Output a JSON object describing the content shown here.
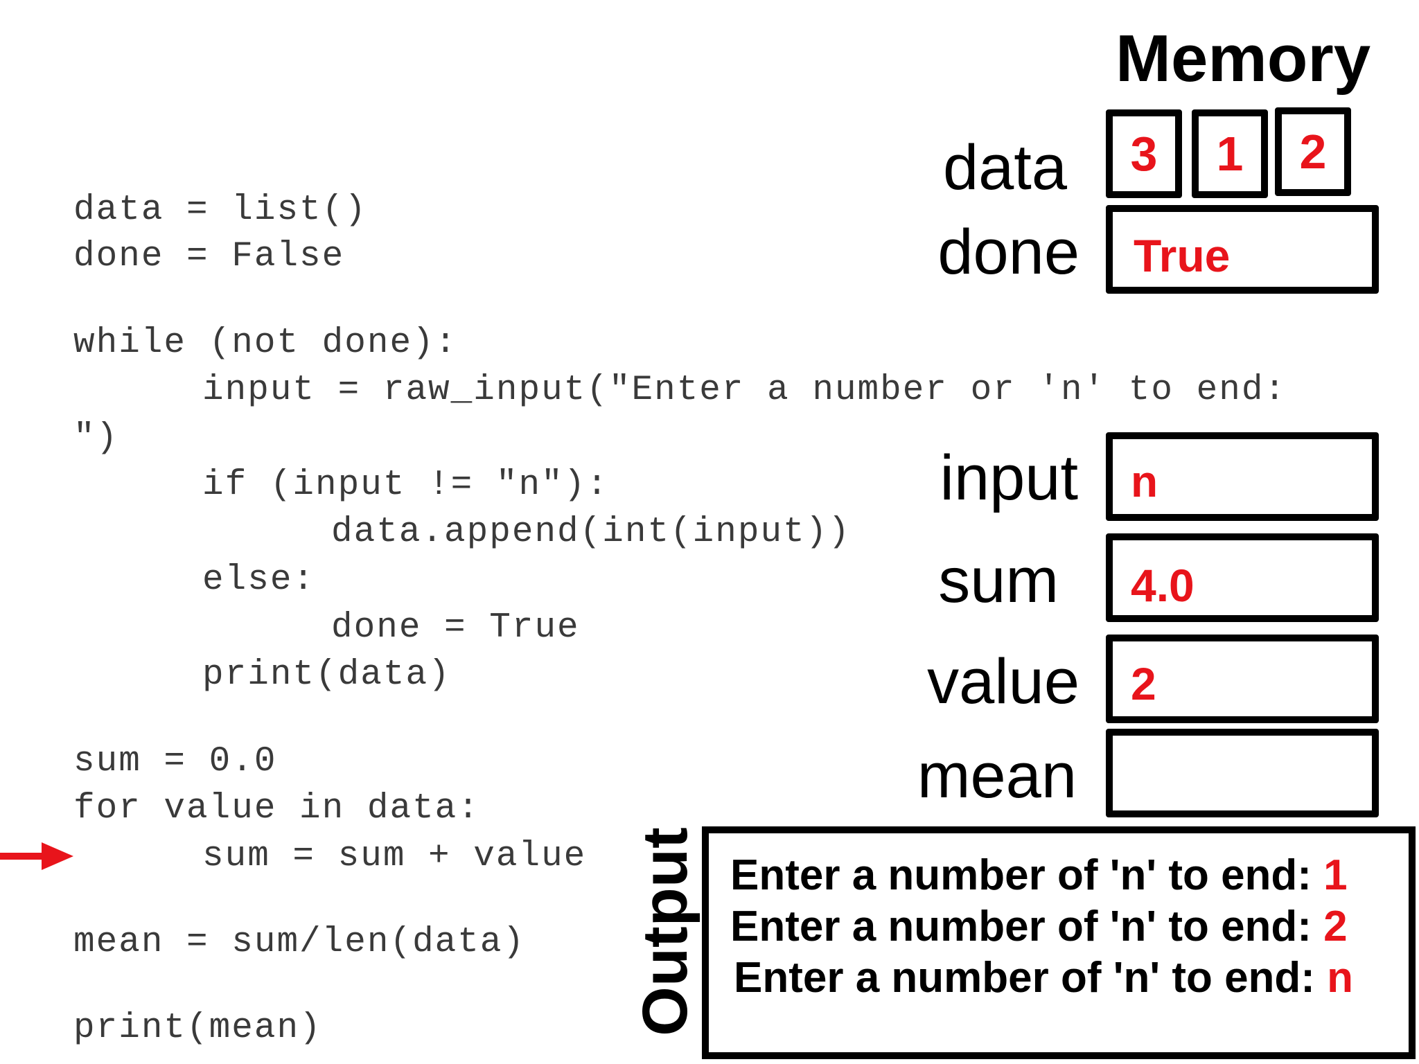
{
  "code": {
    "lines": [
      "data = list()",
      "done = False",
      "while (not done):",
      "input = raw_input(\"Enter a number or 'n' to end:",
      "\")",
      "if (input != \"n\"):",
      "data.append(int(input))",
      "else:",
      "done = True",
      "print(data)",
      "sum = 0.0",
      "for value in data:",
      "sum = sum + value",
      "mean = sum/len(data)",
      "print(mean)"
    ],
    "current_line": 12,
    "arrow_color": "#e8141b"
  },
  "memory": {
    "title": "Memory",
    "data": {
      "label": "data",
      "values": [
        "3",
        "1",
        "2"
      ]
    },
    "done": {
      "label": "done",
      "value": "True"
    },
    "input": {
      "label": "input",
      "value": "n"
    },
    "sum": {
      "label": "sum",
      "value": "4.0"
    },
    "value": {
      "label": "value",
      "value": "2"
    },
    "mean": {
      "label": "mean",
      "value": ""
    }
  },
  "output": {
    "label": "Output",
    "lines": [
      {
        "prompt": "Enter a number of 'n' to end: ",
        "input": "1"
      },
      {
        "prompt": "Enter a number of 'n' to end: ",
        "input": "2"
      },
      {
        "prompt": "Enter a number of 'n' to end: ",
        "input": "n"
      }
    ]
  },
  "colors": {
    "value_red": "#e8141b",
    "box_border": "#000000",
    "code_text": "#3a3a3a"
  }
}
